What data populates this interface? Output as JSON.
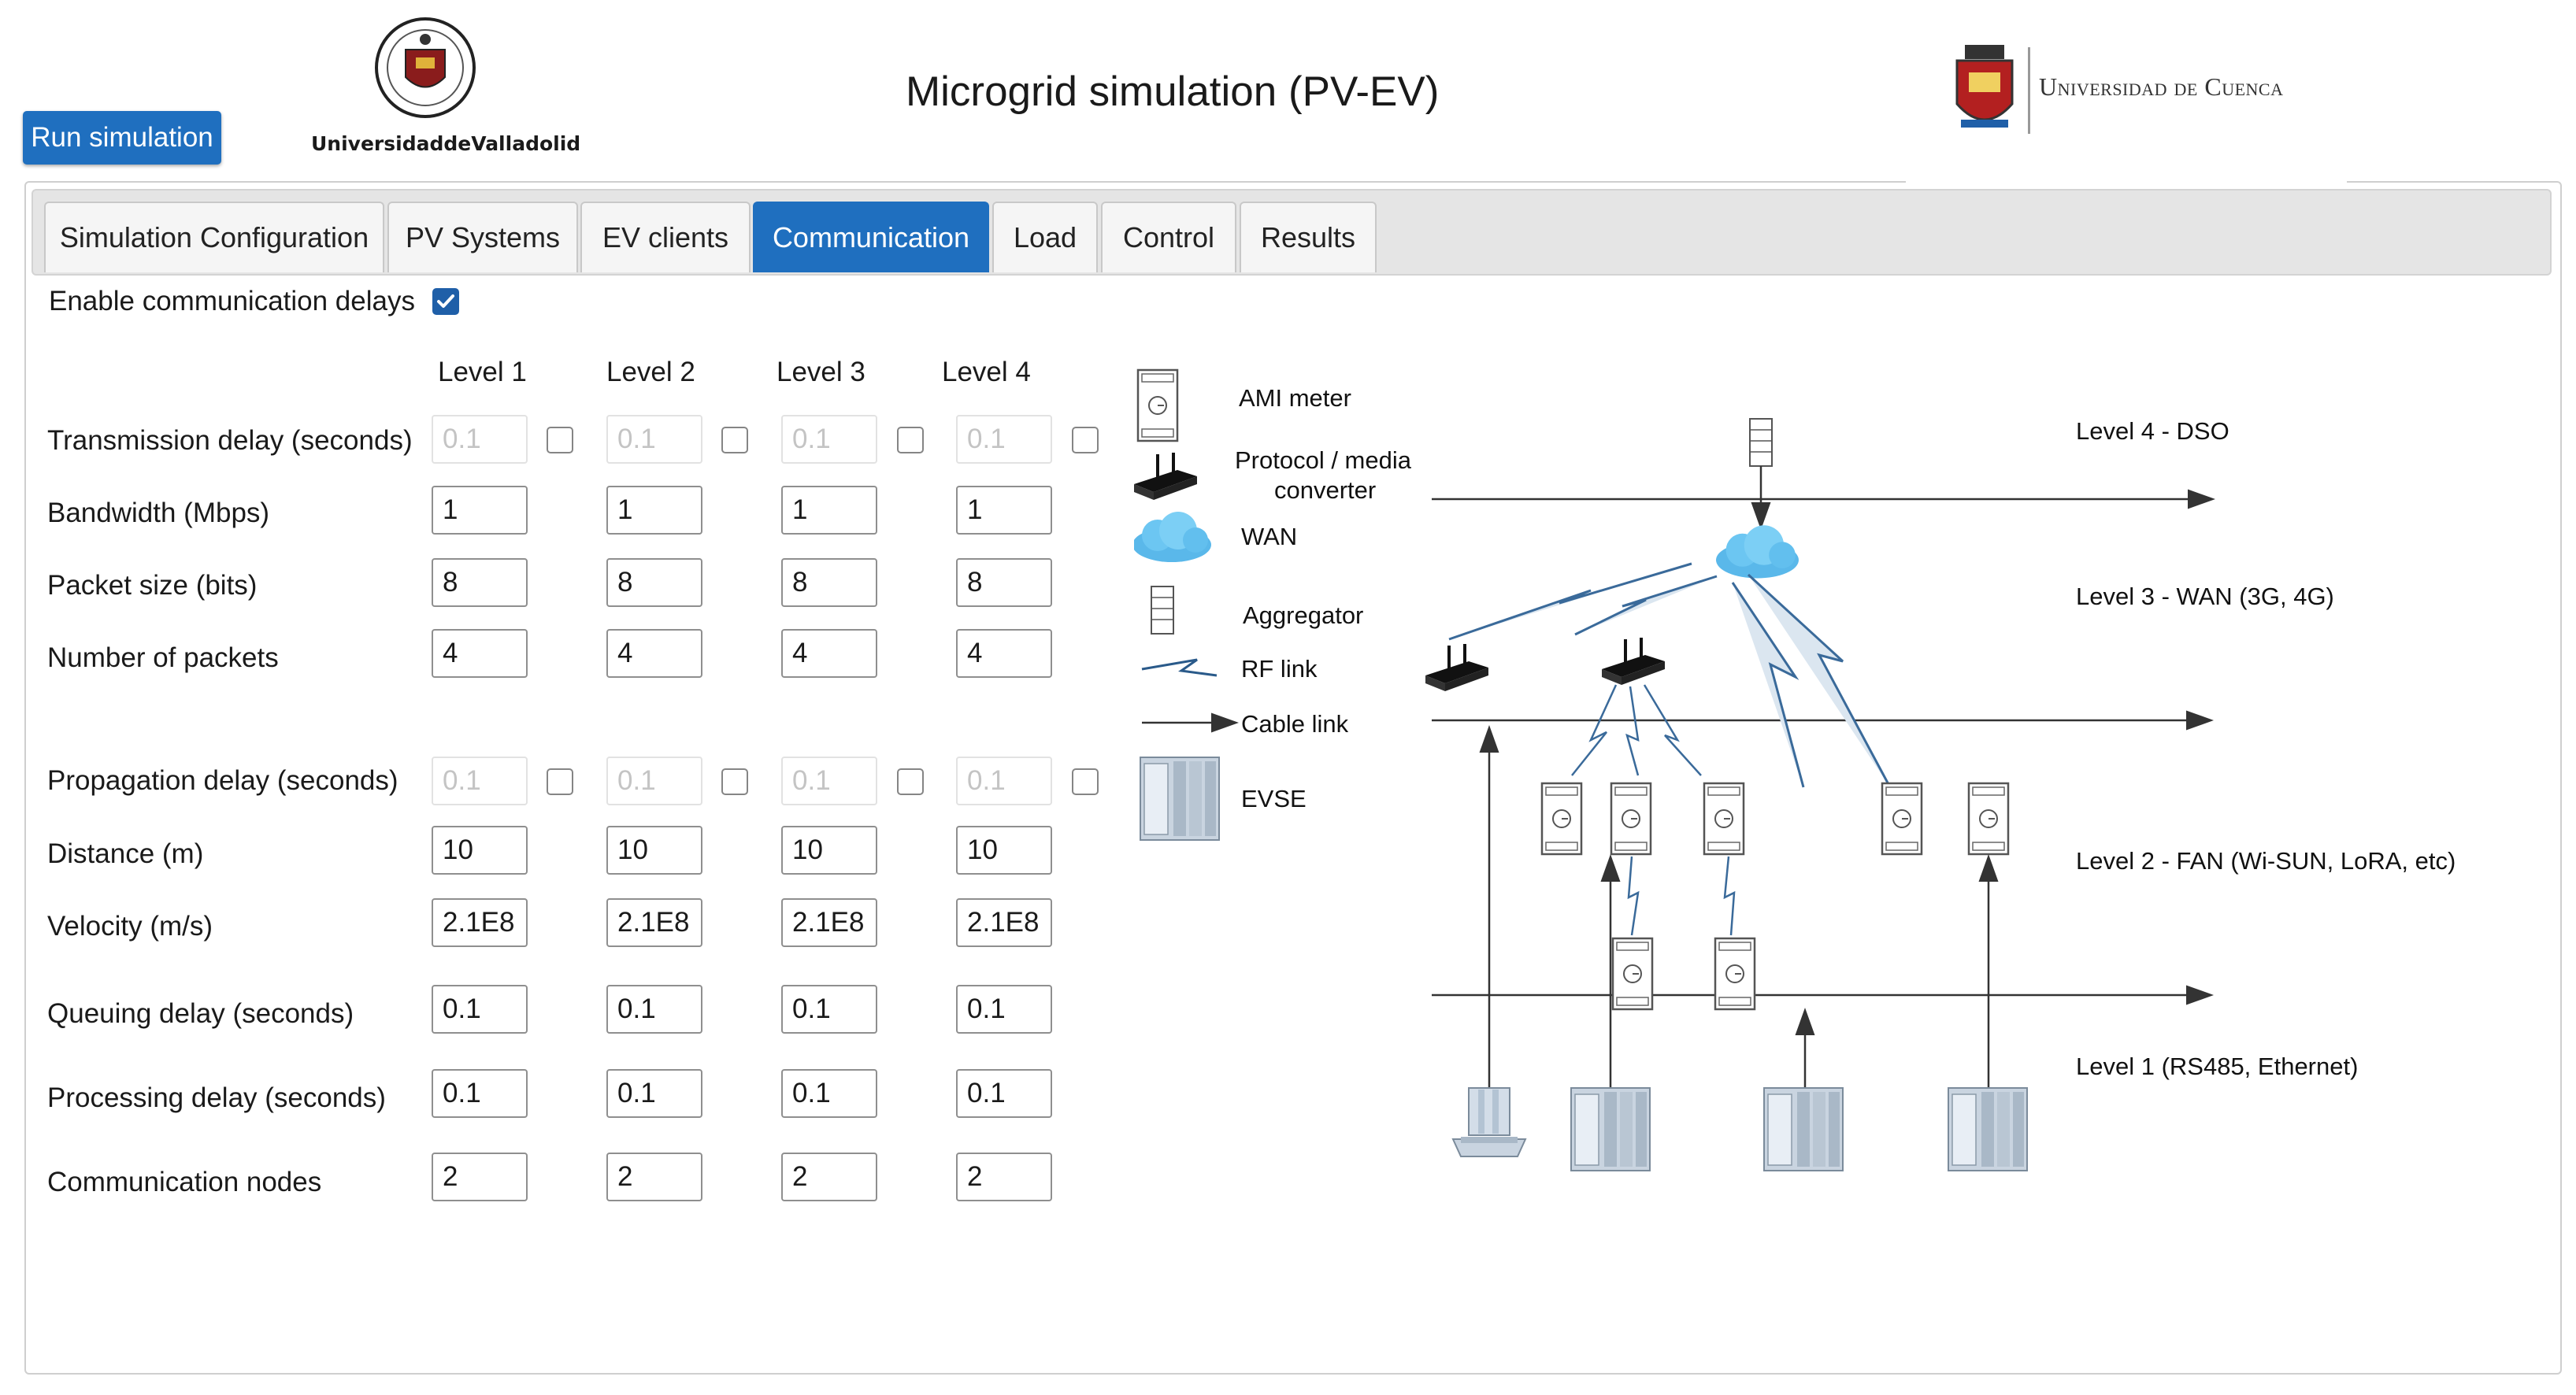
{
  "header": {
    "run_button": "Run simulation",
    "title": "Microgrid simulation (PV-EV)",
    "logo_left": "UniversidaddeValladolid",
    "logo_right": "Universidad de Cuenca"
  },
  "tabs": [
    {
      "label": "Simulation Configuration",
      "active": false
    },
    {
      "label": "PV Systems",
      "active": false
    },
    {
      "label": "EV clients",
      "active": false
    },
    {
      "label": "Communication",
      "active": true
    },
    {
      "label": "Load",
      "active": false
    },
    {
      "label": "Control",
      "active": false
    },
    {
      "label": "Results",
      "active": false
    }
  ],
  "comm": {
    "enable_label": "Enable communication delays",
    "enable_checked": true,
    "levels": [
      "Level 1",
      "Level 2",
      "Level 3",
      "Level 4"
    ],
    "rows": [
      {
        "label": "Transmission delay (seconds)",
        "values": [
          "0.1",
          "0.1",
          "0.1",
          "0.1"
        ],
        "disabled": true,
        "checkbox": true
      },
      {
        "label": "Bandwidth (Mbps)",
        "values": [
          "1",
          "1",
          "1",
          "1"
        ]
      },
      {
        "label": "Packet size (bits)",
        "values": [
          "8",
          "8",
          "8",
          "8"
        ]
      },
      {
        "label": "Number of packets",
        "values": [
          "4",
          "4",
          "4",
          "4"
        ]
      },
      {
        "label": "Propagation delay (seconds)",
        "values": [
          "0.1",
          "0.1",
          "0.1",
          "0.1"
        ],
        "disabled": true,
        "checkbox": true
      },
      {
        "label": "Distance (m)",
        "values": [
          "10",
          "10",
          "10",
          "10"
        ]
      },
      {
        "label": "Velocity (m/s)",
        "values": [
          "2.1E8",
          "2.1E8",
          "2.1E8",
          "2.1E8"
        ]
      },
      {
        "label": "Queuing delay (seconds)",
        "values": [
          "0.1",
          "0.1",
          "0.1",
          "0.1"
        ]
      },
      {
        "label": "Processing delay (seconds)",
        "values": [
          "0.1",
          "0.1",
          "0.1",
          "0.1"
        ]
      },
      {
        "label": "Communication nodes",
        "values": [
          "2",
          "2",
          "2",
          "2"
        ]
      }
    ]
  },
  "diagram": {
    "legend": {
      "ami": "AMI meter",
      "protocol_1": "Protocol / media",
      "protocol_2": "converter",
      "wan": "WAN",
      "aggregator": "Aggregator",
      "rf": "RF link",
      "cable": "Cable link",
      "evse": "EVSE"
    },
    "levels": {
      "l4": "Level 4 - DSO",
      "l3": "Level 3 - WAN (3G, 4G)",
      "l2": "Level 2 - FAN (Wi-SUN, LoRA, etc)",
      "l1": "Level 1 (RS485, Ethernet)"
    }
  }
}
